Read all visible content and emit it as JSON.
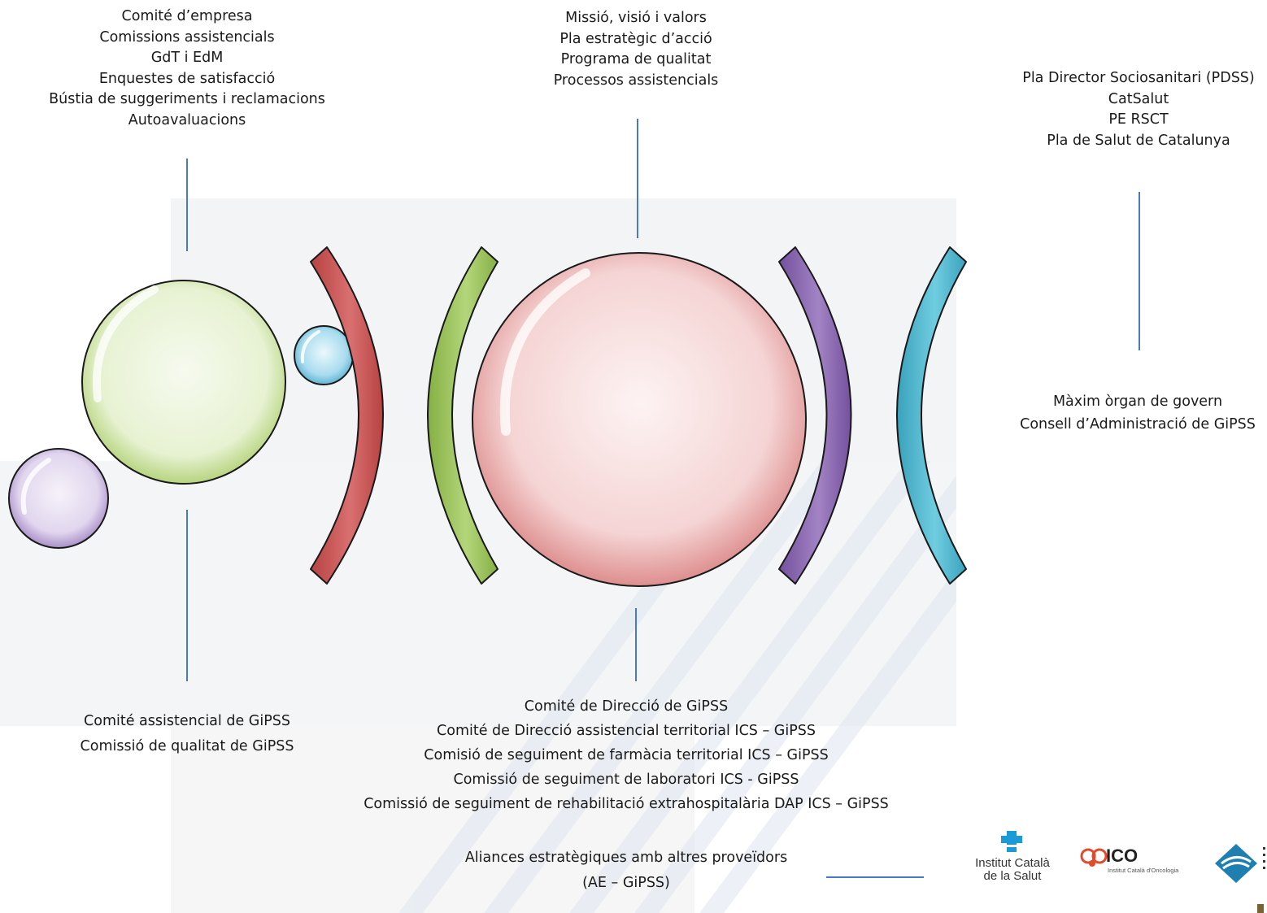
{
  "top_left_list": [
    "Comité d’empresa",
    "Comissions assistencials",
    "GdT i EdM",
    "Enquestes de satisfacció",
    "Bústia de suggeriments i reclamacions",
    "Autoavaluacions"
  ],
  "top_center_list": [
    "Missió, visió i valors",
    "Pla estratègic d’acció",
    "Programa de qualitat",
    "Processos assistencials"
  ],
  "top_right_list": [
    "Pla Director Sociosanitari (PDSS)",
    "CatSalut",
    "PE RSCT",
    "Pla de Salut de Catalunya"
  ],
  "right_mid_list": [
    "Màxim òrgan de govern",
    "Consell d’Administració de GiPSS"
  ],
  "bottom_left_list": [
    "Comité assistencial de GiPSS",
    "Comissió de qualitat de GiPSS"
  ],
  "bottom_center_list": [
    "Comité de Direcció de GiPSS",
    "Comité de Direcció assistencial territorial  ICS – GiPSS",
    "Comisió de seguiment de farmàcia territorial ICS – GiPSS",
    "Comissió de seguiment de laboratori ICS - GiPSS",
    "Comissió de seguiment de rehabilitació extrahospitalària DAP ICS – GiPSS"
  ],
  "alliances": [
    "Aliances estratègiques amb altres proveïdors",
    "(AE – GiPSS)"
  ],
  "logos": {
    "ics": [
      "Institut Català",
      "de la Salut"
    ],
    "ico_name": "ICO",
    "ico_sub": "Institut Català d'Oncologia"
  },
  "colors": {
    "connector": "#4a78c2",
    "red": "#cc5a5a",
    "green": "#9bc45a",
    "purple": "#8a66b0",
    "cyan": "#46b4cc",
    "green_circle": "#e6f2cc",
    "pink_circle": "#f7d2d2",
    "purple_circle": "#e0d4ec",
    "blue_circle": "#a8dcee"
  }
}
